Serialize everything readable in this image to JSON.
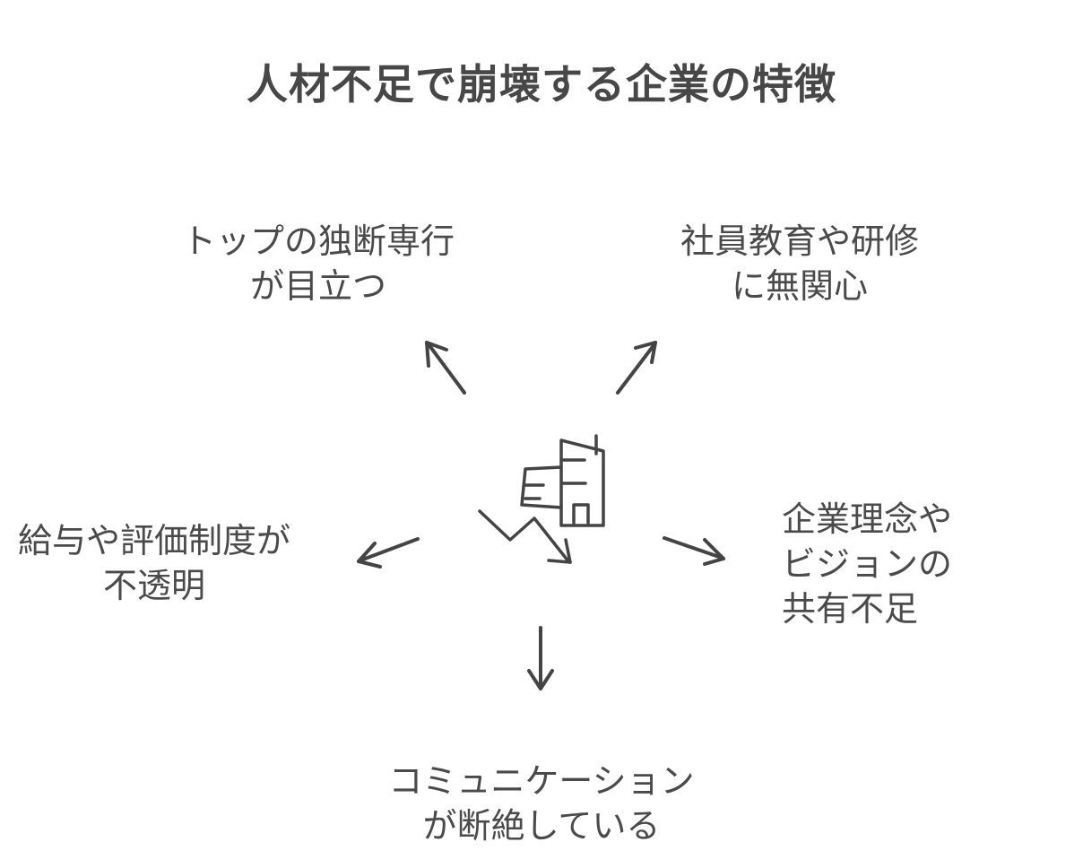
{
  "title": "人材不足で崩壊する企業の特徴",
  "nodes": {
    "top_left": {
      "lines": [
        "トップの独断専行",
        "が目立つ"
      ]
    },
    "top_right": {
      "lines": [
        "社員教育や研修",
        "に無関心"
      ]
    },
    "left": {
      "lines": [
        "給与や評価制度が",
        "不透明"
      ]
    },
    "right": {
      "lines": [
        "企業理念や",
        "ビジョンの",
        "共有不足"
      ]
    },
    "bottom": {
      "lines": [
        "コミュニケーション",
        "が断絶している"
      ]
    }
  },
  "center_icon": "declining-company-icon",
  "stroke_color": "#444444"
}
